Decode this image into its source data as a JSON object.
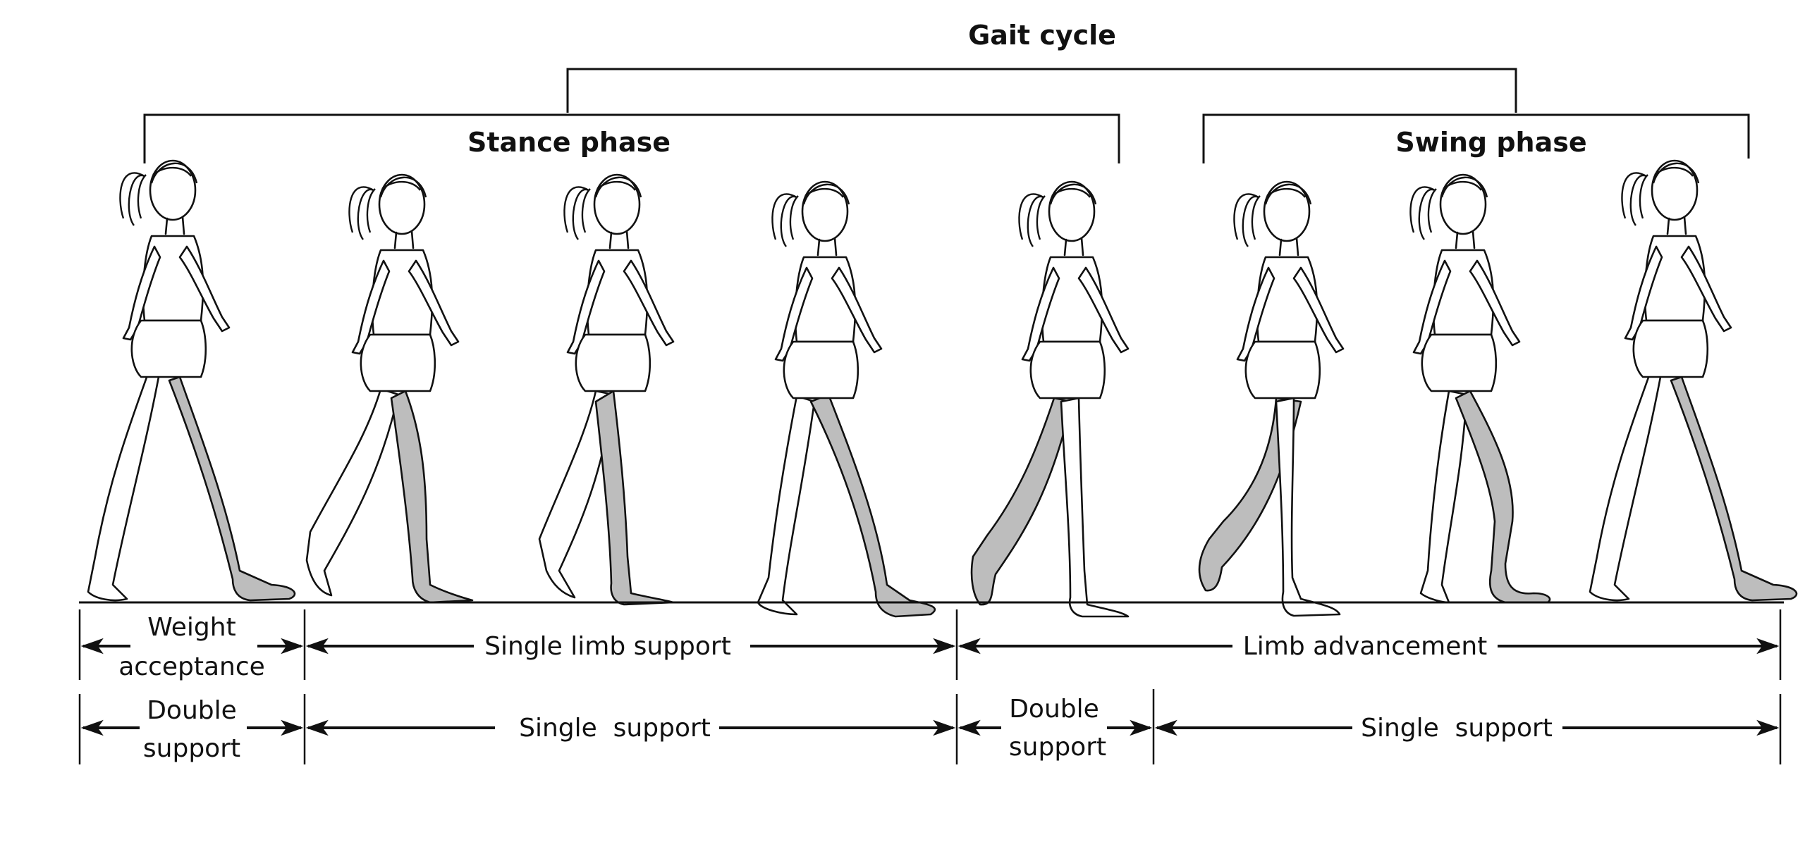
{
  "title": "Gait cycle",
  "phases": {
    "stance": "Stance phase",
    "swing": "Swing phase"
  },
  "row1": {
    "weight_acceptance_line1": "Weight",
    "weight_acceptance_line2": "acceptance",
    "single_limb_support": "Single limb support",
    "limb_advancement": "Limb advancement"
  },
  "row2": {
    "double_support_1_line1": "Double",
    "double_support_1_line2": "support",
    "single_support_1": "Single  support",
    "double_support_2_line1": "Double",
    "double_support_2_line2": "support",
    "single_support_2": "Single  support"
  },
  "colors": {
    "line": "#111111",
    "shaded_leg": "#bdbdbd",
    "background": "#ffffff"
  }
}
